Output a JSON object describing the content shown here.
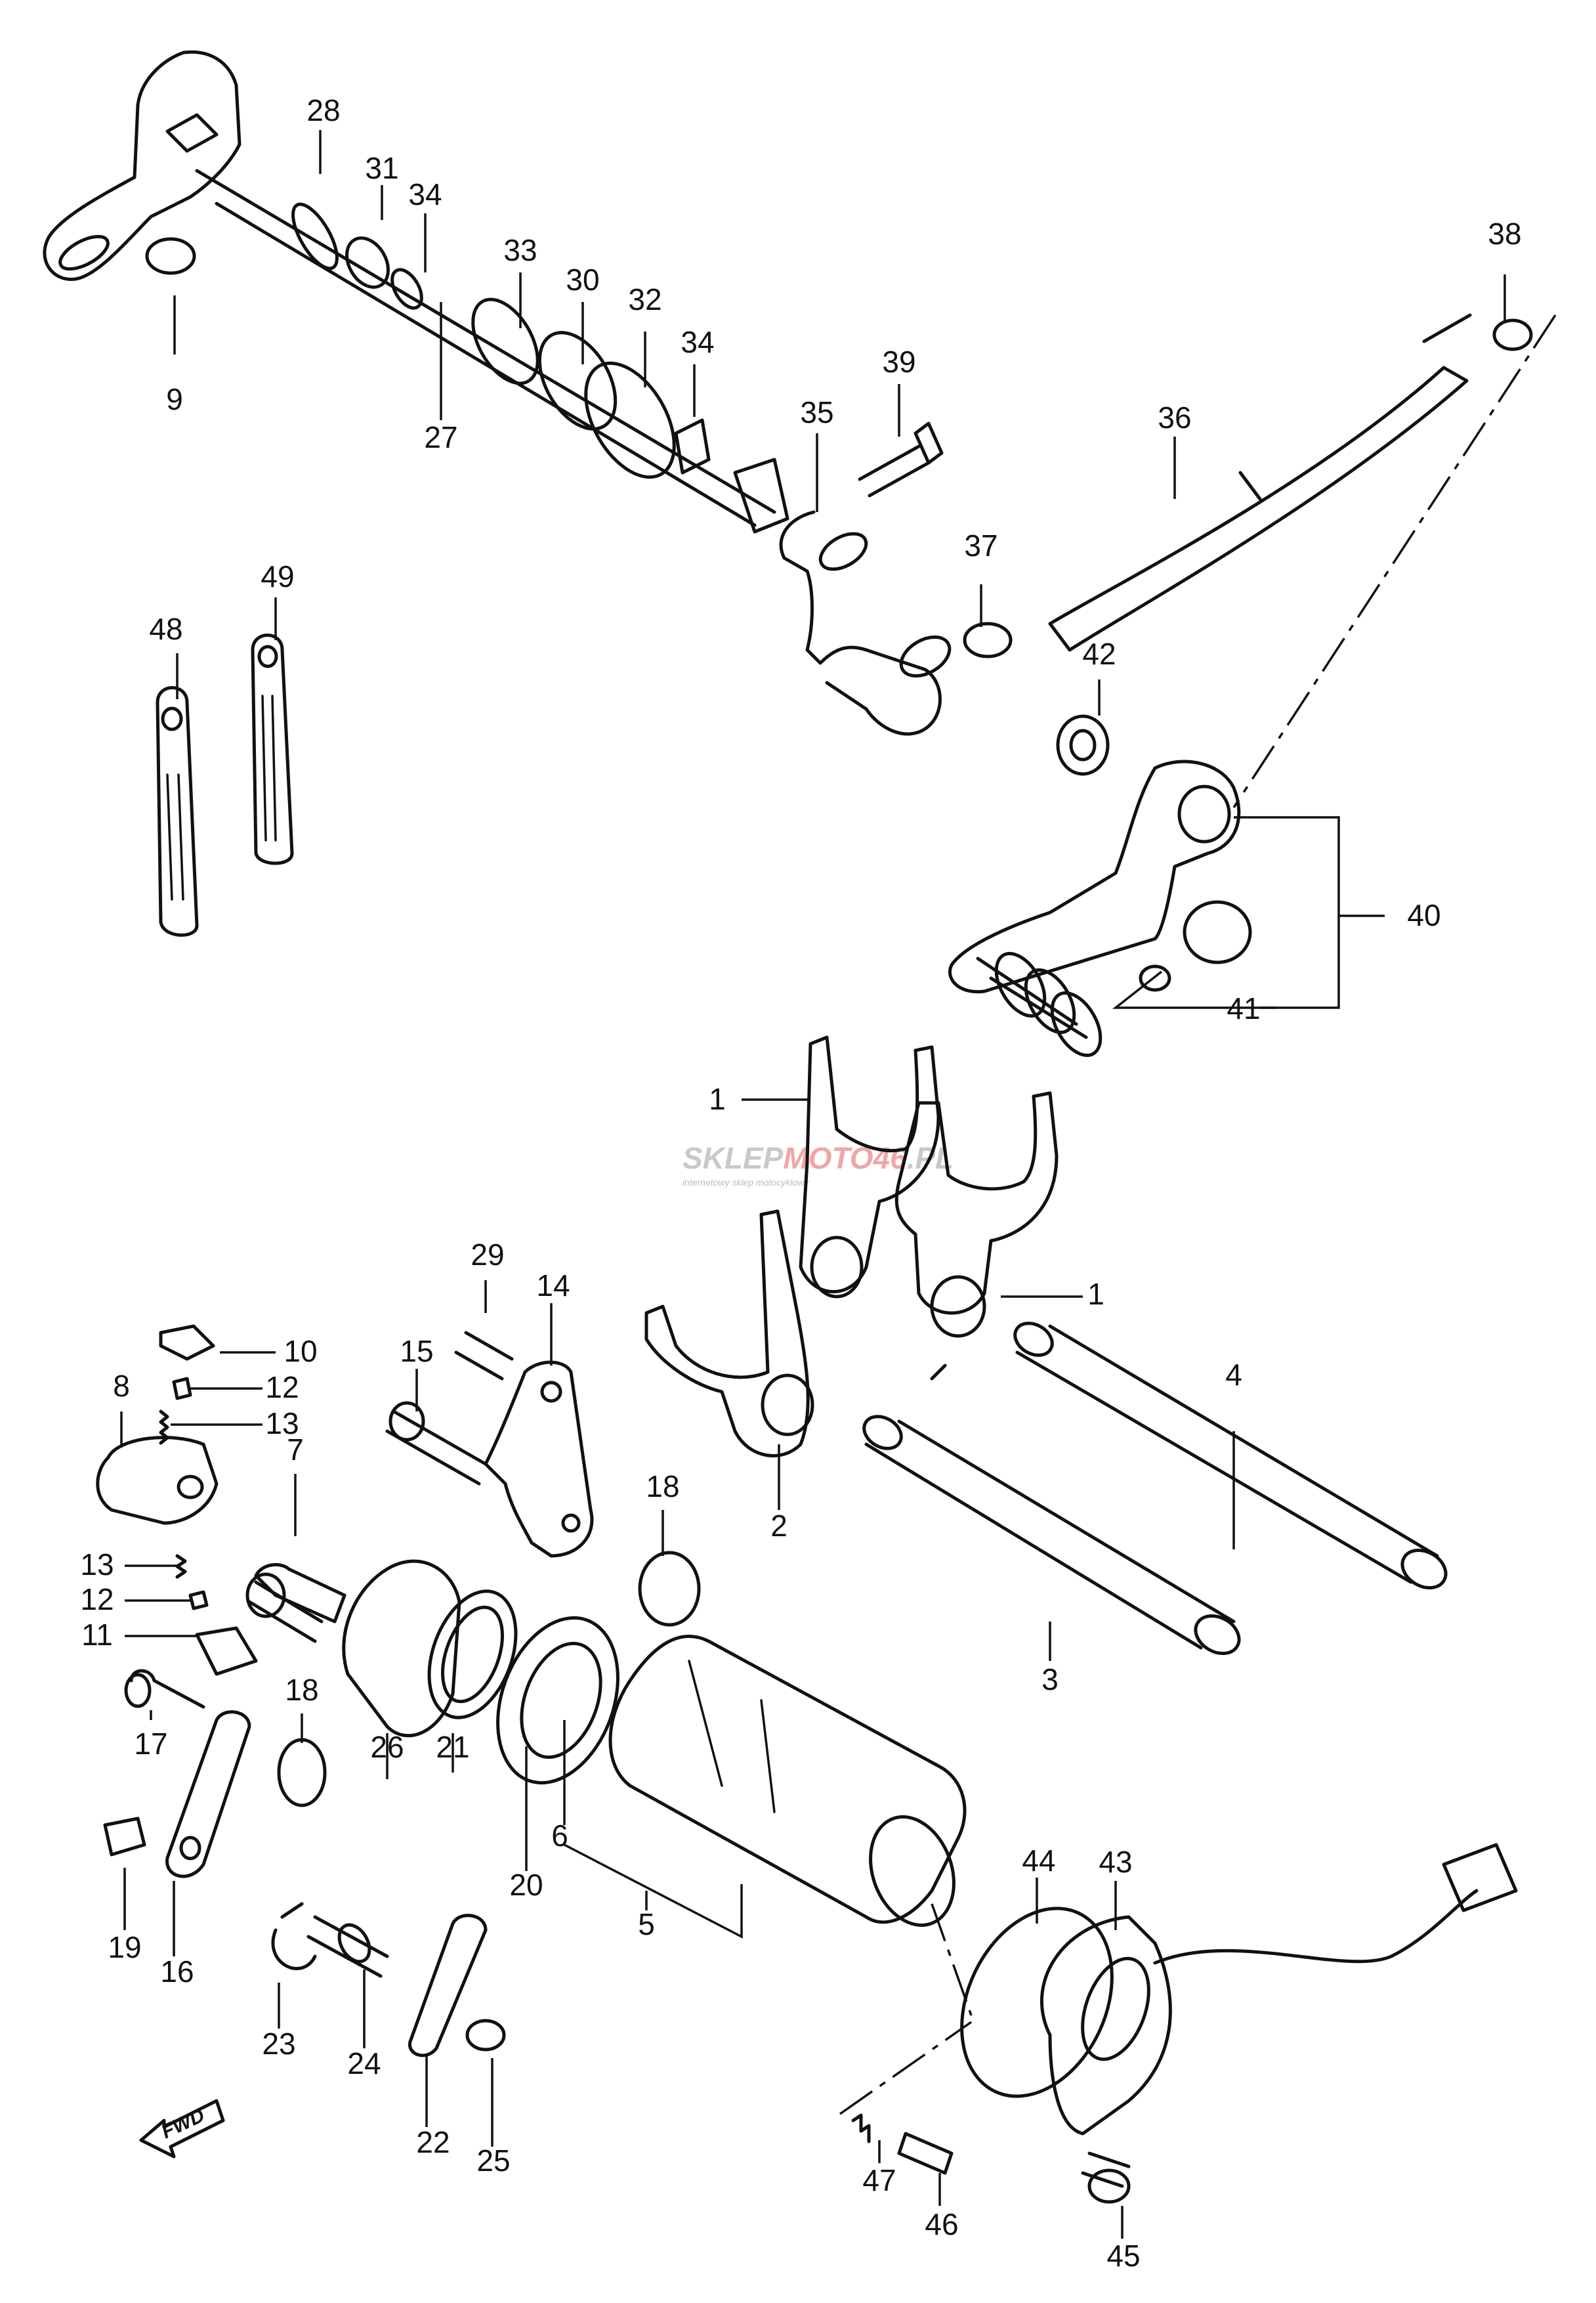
{
  "labels": {
    "p1a": "1",
    "p1b": "1",
    "p2": "2",
    "p3": "3",
    "p4": "4",
    "p5": "5",
    "p6": "6",
    "p7": "7",
    "p8": "8",
    "p9": "9",
    "p10": "10",
    "p11": "11",
    "p12a": "12",
    "p12b": "12",
    "p13a": "13",
    "p13b": "13",
    "p14": "14",
    "p15": "15",
    "p16": "16",
    "p17": "17",
    "p18a": "18",
    "p18b": "18",
    "p19": "19",
    "p20": "20",
    "p21": "21",
    "p22": "22",
    "p23": "23",
    "p24": "24",
    "p25": "25",
    "p26": "26",
    "p27": "27",
    "p28": "28",
    "p29": "29",
    "p30": "30",
    "p31": "31",
    "p32": "32",
    "p33": "33",
    "p34a": "34",
    "p34b": "34",
    "p35": "35",
    "p36": "36",
    "p37": "37",
    "p38": "38",
    "p39": "39",
    "p40": "40",
    "p41": "41",
    "p42": "42",
    "p43": "43",
    "p44": "44",
    "p45": "45",
    "p46": "46",
    "p47": "47",
    "p48": "48",
    "p49": "49"
  },
  "watermark": {
    "brand_a": "SKLEP",
    "brand_b": "MOTO",
    "brand_c": "46",
    "brand_d": ".PL",
    "tagline": "internetowy sklep motocyklowy"
  },
  "fwd_label": "FWD"
}
